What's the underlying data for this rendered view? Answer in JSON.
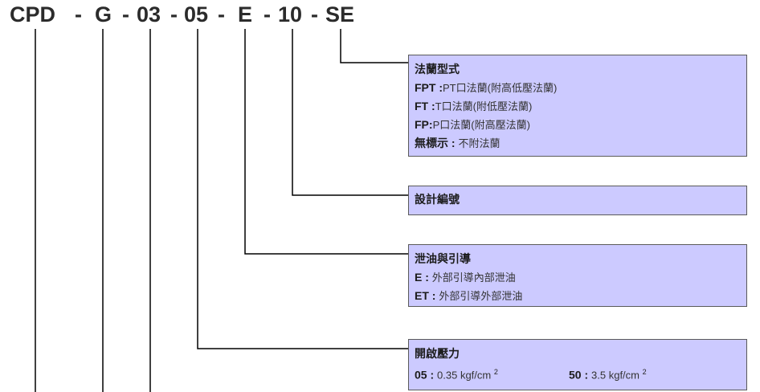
{
  "model_code": {
    "parts": [
      "CPD",
      "-",
      "G",
      "-",
      "03",
      "-",
      "05",
      "-",
      "E",
      "-",
      "10",
      "-",
      "SE"
    ]
  },
  "boxes": {
    "flange": {
      "title": "法蘭型式",
      "rows": [
        {
          "code": "FPT",
          "sep": " :",
          "desc": "PT口法蘭(附高低壓法蘭)"
        },
        {
          "code": "FT",
          "sep": " :",
          "desc": "T口法蘭(附低壓法蘭)"
        },
        {
          "code": "FP",
          "sep": ":",
          "desc": "P口法蘭(附高壓法蘭)"
        },
        {
          "code": "無標示",
          "sep": " : ",
          "desc": "不附法蘭"
        }
      ]
    },
    "design": {
      "title": "設計編號"
    },
    "drain": {
      "title": "泄油與引導",
      "rows": [
        {
          "code": "E",
          "sep": " : ",
          "desc": "外部引導內部泄油"
        },
        {
          "code": "ET",
          "sep": " : ",
          "desc": "外部引導外部泄油"
        }
      ]
    },
    "pressure": {
      "title": "開啟壓力",
      "options": [
        {
          "code": "05",
          "sep": " : ",
          "desc": "0.35 kgf/cm",
          "sup": "2"
        },
        {
          "code": "50",
          "sep": " : ",
          "desc": "3.5 kgf/cm",
          "sup": "2"
        }
      ]
    }
  },
  "colors": {
    "box_fill": "#cccaff",
    "box_border": "#5a5a5a",
    "line": "#000000"
  }
}
